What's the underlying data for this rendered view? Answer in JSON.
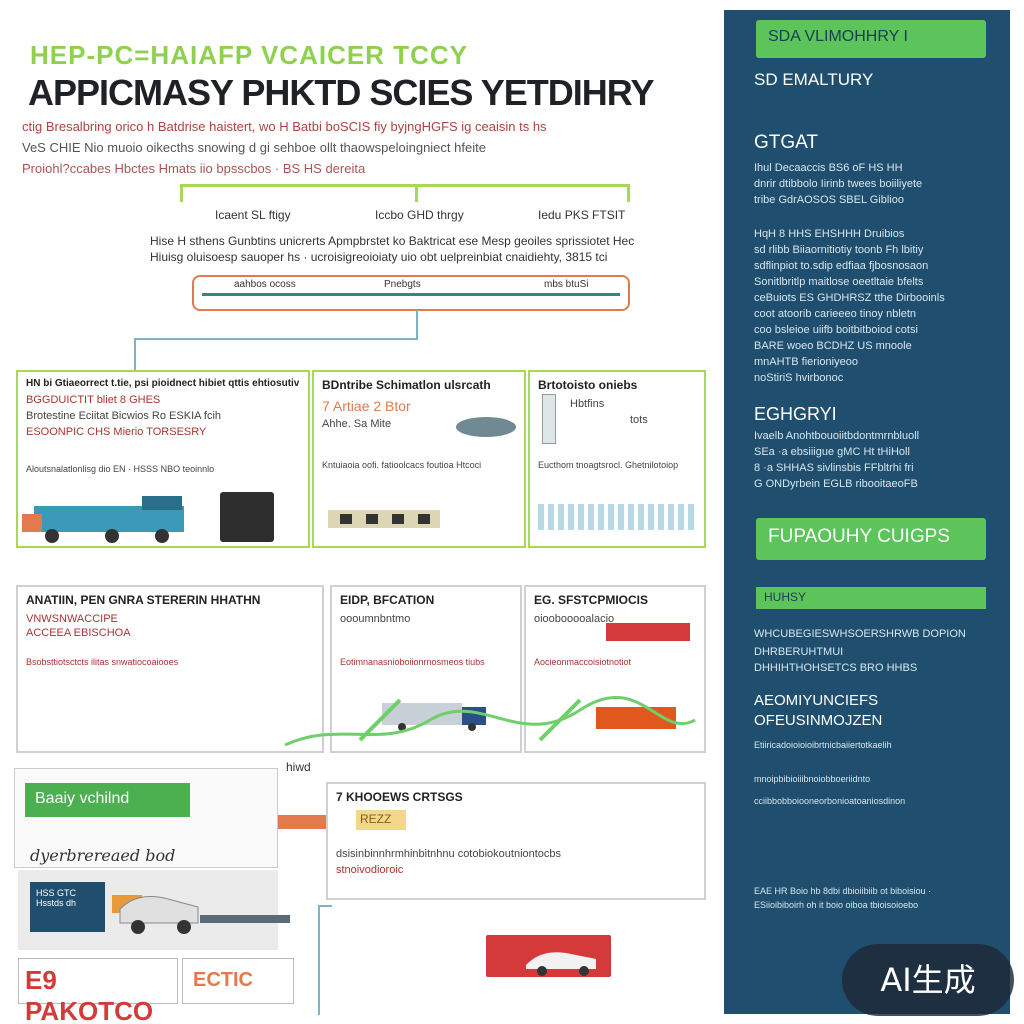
{
  "header": {
    "kicker": "HEP-PC=HAIAFP VCAICER TCCY",
    "title": "APPICMASY PHKTD SCIES YETDIHRY",
    "intro_lines": [
      "ctig Bresalbring orico h Batdrise haistert, wo H Batbi boSCIS fiy byjngHGFS ig ceaisin ts hs",
      "VeS CHIE Nio muoio oikecths snowing d gi sehboe ollt thaowspeloingniect hfeite",
      "Proiohl?ccabes Hbctes Hmats iio bpsscbos · BS HS dereita"
    ]
  },
  "steps": [
    {
      "label": "Icaent SL ftigy"
    },
    {
      "label": "Iccbo GHD thrgy"
    },
    {
      "label": "Iedu PKS FTSIT"
    }
  ],
  "flow_desc": [
    "Hise H sthens Gunbtins unicrerts Apmpbrstet ko Baktricat ese Mesp geoiles sprissiotet Hec",
    "Hiuisg oluisoesp sauoper hs · ucroisigreoioiaty uio obt uelpreinbiat cnaidiehty, 3815 tci"
  ],
  "arrow_bar": {
    "left_label": "aahbos ocoss",
    "mid_label": "Pnebgts",
    "right_label": "mbs btuSi"
  },
  "panels_row1": [
    {
      "title": "HN bi Gtiaeorrect t.tie, psi pioidnect hibiet qttis ehtiosutiv",
      "lines": [
        "BGGDUICTIT bliet 8 GHES",
        "Brotestine Eciitat Bicwios Ro ESKIA fcih",
        "ESOONPIC CHS Mierio TORSESRY"
      ],
      "caption": "Aloutsnalatlonlisg dio EN · HSSS NBO teoinnlo"
    },
    {
      "title": "BDntribe Schimatlon ulsrcath",
      "lines": [
        "7 Artiae 2 Btor",
        "Ahhe. Sa Mite"
      ],
      "caption": "Kntuiaoia oofi. fatioolcacs foutioa Htcoci"
    },
    {
      "title": "Brtotoisto oniebs",
      "lines": [
        "Hbtfins",
        "tots"
      ],
      "caption": "Eucthom tnoagtsrocl. Ghetnilotoiop"
    }
  ],
  "panels_row2": [
    {
      "title": "ANATIIN, PEN GNRA STERERIN HHATHN",
      "lines": [
        "VNWSNWACCIPE",
        "ACCEEA EBISCHOA"
      ],
      "caption": "Bsobsttiotsctcts ilitas snwatiocoaiooes"
    },
    {
      "title": "EIDP, BFCATION",
      "lines": [
        "oooumnbntmo"
      ],
      "caption": "Eotimnanasnioboiionrnosmeos tiubs"
    },
    {
      "title": "EG. SFSTCPMIOCIS",
      "lines": [
        "oioobooooalacio"
      ],
      "caption": "Aocieonmaccoisiotnotiot"
    }
  ],
  "bottom_left": {
    "tag": "hiwd",
    "pill": "Baaiy vchilnd",
    "subtitle": "dyerbrereaed bod",
    "navy_box": "HSS GTC Hsstds dh",
    "logo_text": "E9 PAKOTCO",
    "logo2_text": "ECTIC"
  },
  "bottom_panel": {
    "title": "7 KHOOEWS CRTSGS",
    "tag": "REZZ",
    "lines": [
      "dsisinbinnhrmhinbitnhnu cotobiokoutniontocbs",
      "stnoivodioroic"
    ]
  },
  "sidebar": {
    "top_button": "SDA VLIMOHHRY I",
    "heading1": "SD EMALTURY",
    "heading2": "GTGAT",
    "text_block1": [
      "Ihul Decaaccis BS6 oF HS HH",
      "dnrir dtibbolo Iirinb twees boiiliyete",
      "tribe GdrAOSOS SBEL Giblioo"
    ],
    "text_block2": [
      "HqH 8 HHS EHSHHH Druibios",
      "sd rlibb Biiaornitiotiy toonb Fh lbitiy",
      "sdflinpiot to.sdip edfiaa fjbosnosaon",
      "Sonitlbritlp maitlose oeetltaie bfelts",
      "ceBuiots ES GHDHRSZ tthe Dirbooinls",
      "coot atoorib carieeeo tinoy nbletn",
      "coo bsleioe uiifb boitbitboiod cotsi",
      "BARE woeo BCDHZ US mnoole",
      "mnAHTB fierioniyeoo",
      "noStiriS hvirbonoc"
    ],
    "heading3": "EGHGRYI",
    "text_block3": [
      "Ivaelb Anohtbouoiitbdontmrnbluoll",
      "SEa ·a ebsiiigue gMC Ht tHiHoll",
      "8 ·a SHHAS sivlinsbis FFbltrhi fri",
      "G ONDyrbein EGLB ribooitaeoFB"
    ],
    "green_button": "FUPAOUHY CUIGPS",
    "bar_label": "HUHSY",
    "text_block4": [
      "WHCUBEGIESWHSOERSHRWB DOPION",
      "DHRBERUHTMUI",
      "DHHIHTHOHSETCS BRO HHBS"
    ],
    "heading4": "AEOMIYUNCIEFS",
    "heading5": "OFEUSINMOJZEN",
    "text_block5": [
      "Etiiricadoioioioibrtnicbaiiertotkaelih",
      "mnoipbibioiiibnoiobboeriidnto",
      "cciibbobboiooneorbonioatoaniosdinon"
    ],
    "footer_lines": [
      "EAE HR Boio hb 8dbi dbioiibiib ot biboisiou ·",
      "ESiioibiboirh oh it boio oiboa tbioisoioebo"
    ]
  },
  "badge": "AI生成",
  "colors": {
    "accent_green": "#5cc45a",
    "sidebar_navy": "#1f4e6e",
    "line_green": "#a7d85a",
    "accent_red": "#d53a3a"
  }
}
